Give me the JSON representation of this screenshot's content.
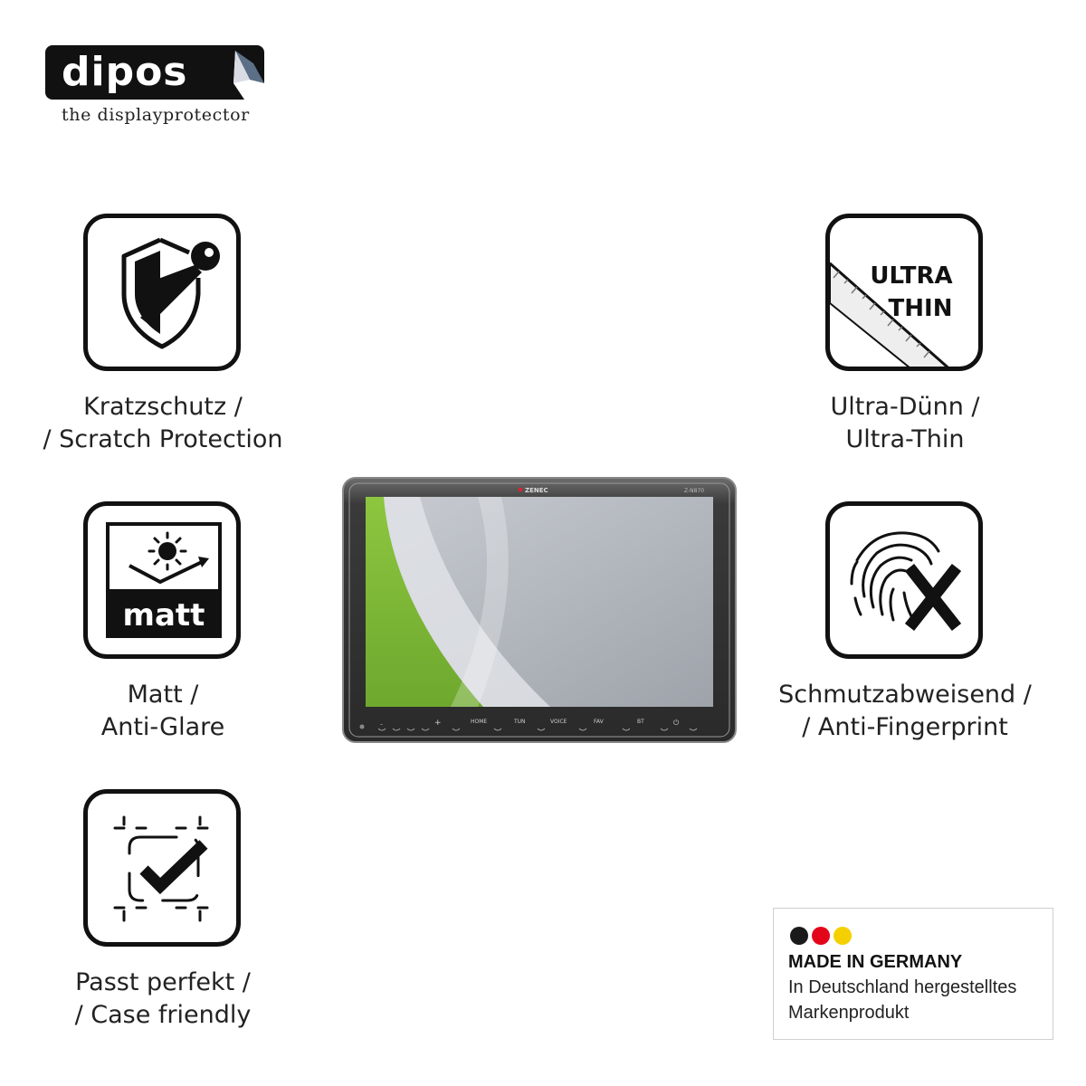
{
  "brand": {
    "name": "dipos",
    "tagline": "the displayprotector"
  },
  "features": [
    {
      "icon": "shield-key-icon",
      "line1": "Kratzschutz /",
      "line2": "/ Scratch Protection"
    },
    {
      "icon": "sun-matt-icon",
      "label": "matt",
      "line1": "Matt /",
      "line2": "Anti-Glare"
    },
    {
      "icon": "check-frame-icon",
      "line1": "Passt perfekt /",
      "line2": "/ Case friendly"
    },
    {
      "icon": "ruler-ultra-thin-icon",
      "label_line1": "ULTRA",
      "label_line2": "THIN",
      "line1": "Ultra-Dünn /",
      "line2": "Ultra-Thin"
    },
    {
      "icon": "fingerprint-x-icon",
      "line1": "Schmutzabweisend /",
      "line2": "/ Anti-Fingerprint"
    }
  ],
  "device": {
    "brand": "ZENEC",
    "model": "Z-N870",
    "buttons": [
      "HOME",
      "TUN",
      "VOICE",
      "FAV",
      "BT"
    ],
    "minus": "–",
    "plus": "+",
    "power": "⏻"
  },
  "made_in_germany": {
    "title": "MADE IN GERMANY",
    "line1": "In Deutschland hergestelltes",
    "line2": "Markenprodukt",
    "colors": [
      "#1a1a1a",
      "#e3061b",
      "#f5d000"
    ]
  }
}
